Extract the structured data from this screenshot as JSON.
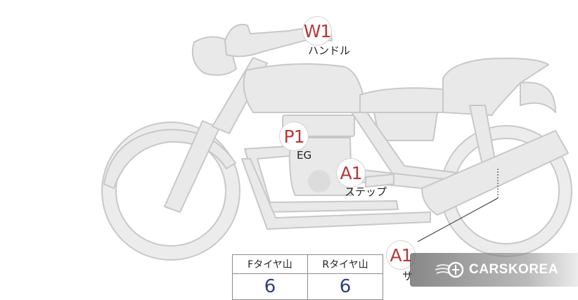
{
  "markers": [
    {
      "code": "W1",
      "label": "ハンドル"
    },
    {
      "code": "P1",
      "label": "EG"
    },
    {
      "code": "A1",
      "label": "ステップ"
    },
    {
      "code": "A1",
      "label": "サ"
    }
  ],
  "tread_table": {
    "headers": [
      "Fタイヤ山",
      "Rタイヤ山"
    ],
    "values": [
      "6",
      "6"
    ]
  },
  "watermark": {
    "text": "CARSKOREA",
    "icon": "carskorea-logo-icon"
  },
  "colors": {
    "marker_text": "#b33a3a",
    "value_text": "#2e3f7a",
    "outline": "#c8c8c8",
    "fill": "#e9e9e9"
  }
}
